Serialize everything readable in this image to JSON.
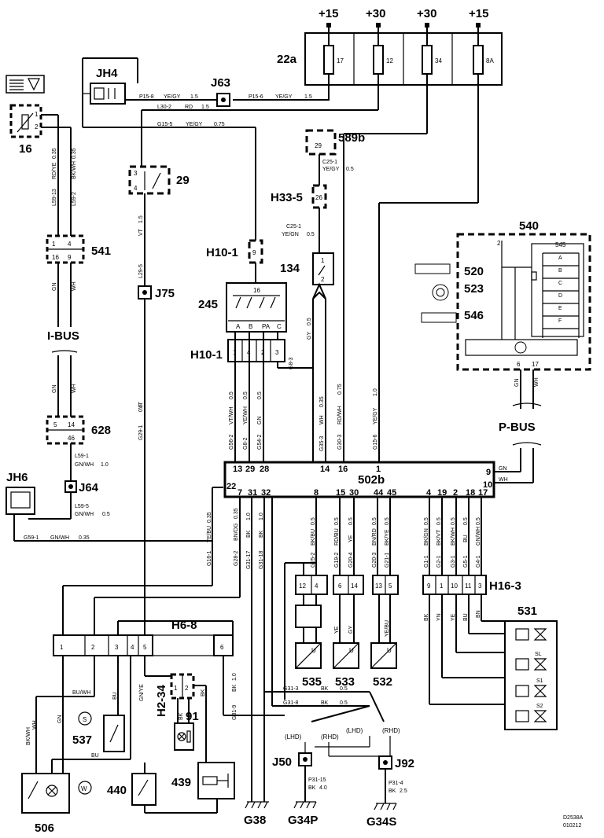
{
  "supplies": [
    "+15",
    "+30",
    "+30",
    "+15"
  ],
  "fuses": {
    "box_label": "22a",
    "labels": [
      "17",
      "12",
      "34",
      "8A"
    ]
  },
  "components": {
    "c16": "16",
    "c29": "29",
    "c134": "134",
    "c245": "245",
    "c245_inner": "16",
    "c245_pins": [
      "A",
      "B",
      "PA",
      "C"
    ],
    "c440": "440",
    "c439": "439",
    "c506": "506",
    "c537": "537",
    "c91": "91",
    "c531": "531",
    "c531_labels": [
      "SL",
      "S1",
      "S2"
    ],
    "c535": "535",
    "c533": "533",
    "c532": "532",
    "c540": "540",
    "c540_rows": [
      "520",
      "523",
      "546"
    ],
    "c540_inner": "545",
    "c540_pins": [
      "2",
      "6",
      "17"
    ],
    "c589b": "589b",
    "c589b_pin": "29",
    "c541": "541",
    "c541_pins": [
      "1",
      "4",
      "16",
      "9"
    ],
    "c628": "628",
    "c628_pins": [
      "5",
      "14",
      "46"
    ],
    "c502b": "502b",
    "c502b_top_pins": [
      "13",
      "29",
      "28",
      "14",
      "16",
      "1"
    ],
    "c502b_right_pins": [
      "9",
      "10"
    ],
    "c502b_left_pin": "22",
    "c502b_bottom_pins": [
      "7",
      "31",
      "32",
      "8",
      "15",
      "30",
      "44",
      "45",
      "4",
      "19",
      "2",
      "18",
      "17"
    ],
    "u_label": "U",
    "s_label": "S",
    "w_label": "W",
    "c16_pins": [
      "1",
      "2"
    ],
    "c29_pins": [
      "3",
      "4"
    ],
    "c134_pins": [
      "1",
      "2"
    ],
    "c540_pins_inner": [
      "A",
      "B",
      "C",
      "D",
      "E",
      "F"
    ]
  },
  "connectors": {
    "JH4": "JH4",
    "J63": "J63",
    "H33_5": "H33-5",
    "H33_5_pin": "26",
    "H10_1_top": "H10-1",
    "H10_1_top_pin": "9",
    "H10_1_bot": "H10-1",
    "H10_1_bot_pins": [
      "1",
      "4",
      "2",
      "3"
    ],
    "J75": "J75",
    "JH6": "JH6",
    "J64": "J64",
    "H6_8": "H6-8",
    "H6_8_pins": [
      "1",
      "2",
      "3",
      "4",
      "5",
      "6"
    ],
    "H2_34": "H2-34",
    "H2_34_pins": [
      "1",
      "2"
    ],
    "H16_3": "H16-3",
    "H16_3_pins": [
      "12",
      "4",
      "6",
      "14",
      "13",
      "5",
      "9",
      "1",
      "10",
      "11",
      "3"
    ],
    "J50": "J50",
    "J92": "J92",
    "G38": "G38",
    "G34P": "G34P",
    "G34S": "G34S",
    "LHD1": "(LHD)",
    "RHD1": "(RHD)",
    "LHD2": "(LHD)",
    "RHD2": "(RHD)",
    "IBUS": "I-BUS",
    "PBUS": "P-BUS"
  },
  "wires": {
    "p15_8": "P15-8",
    "p15_8_col": "YE/GY",
    "p15_8_size": "1.5",
    "p15_6": "P15-6",
    "p15_6_col": "YE/GY",
    "p15_6_size": "1.5",
    "l30_2": "L30-2",
    "l30_2_col": "RD",
    "l30_2_size": "1.5",
    "g15_5": "G15-5",
    "g15_5_col": "YE/GY",
    "g15_5_size": "0.75",
    "c25_1a": "C25-1",
    "c25_1a_col": "YE/GY",
    "c25_1a_size": "0.5",
    "c25_1b": "C25-1",
    "c25_1b_col": "YE/GN",
    "c25_1b_size": "0.5",
    "l59_13": "L59-13",
    "l59_13_col": "RD/YE",
    "l59_13_size": "0.35",
    "l59_2": "L59-2",
    "l59_2_col": "BK/WH",
    "l59_2_size": "0.35",
    "l29_5": "L29-5",
    "l29_5_col": "VT",
    "l29_5_size": "1.5",
    "gn1": "GN",
    "wh1": "WH",
    "gn2": "GN",
    "wh2": "WH",
    "l59_1": "L59-1",
    "l59_1_col": "GN/WH",
    "l59_1_size": "1.0",
    "l59_5": "L59-5",
    "l59_5_col": "GN/WH",
    "l59_5_size": "0.5",
    "g59_1": "G59-1",
    "g59_1_col": "GN/WH",
    "g59_1_size": "0.35",
    "g56_2": "G56-2",
    "g56_2_col": "VT/WH",
    "g56_2_size": "0.5",
    "g8_2": "G8-2",
    "g8_2_col": "YE/WH",
    "g8_2_size": "0.5",
    "g54_2": "G54-2",
    "g54_2_col": "GN",
    "g54_2_size": "0.5",
    "g8_3": "G8-3",
    "g8_3_col": "GY",
    "g8_3_size": "0.5",
    "g35_3": "G35-3",
    "g35_3_col": "WH",
    "g35_3_size": "0.35",
    "g30_3": "G30-3",
    "g30_3_col": "RD/WH",
    "g30_3_size": "0.75",
    "g15_6": "G15-6",
    "g15_6_col": "YE/GY",
    "g15_6_size": "1.0",
    "g29_1": "G29-1",
    "g29_1_col": "VT",
    "g29_1_size": "0.5",
    "g16_1": "G16-1",
    "g16_1_col": "YE/BU",
    "g16_1_size": "0.35",
    "g28_2": "G28-2",
    "g28_2_col": "BN/OG",
    "g28_2_size": "0.35",
    "g31_17": "G31-17",
    "g31_17_col": "BK",
    "g31_17_size": "1.0",
    "g31_18": "G31-18",
    "g31_18_col": "BK",
    "g31_18_size": "1.0",
    "g25_2": "G25-2",
    "g25_2_col": "BK/BU",
    "g25_2_size": "0.5",
    "g19_2": "G19-2",
    "g19_2_col": "RD/BU",
    "g19_2_size": "0.5",
    "g20_4": "G20-4",
    "g20_4_col": "YE",
    "g20_4_size": "0.5",
    "g20_3": "G20-3",
    "g20_3_col": "BN/RD",
    "g20_3_size": "0.5",
    "g21_1": "G21-1",
    "g21_1_col": "BK/YE",
    "g21_1_size": "0.5",
    "g1_1": "G1-1",
    "g1_1_col": "BK/GN",
    "g1_1_size": "0.5",
    "g2_1": "G2-1",
    "g2_1_col": "BK/VT",
    "g2_1_size": "0.5",
    "g3_1": "G3-1",
    "g3_1_col": "BK/WH",
    "g3_1_size": "0.5",
    "g5_1": "G5-1",
    "g5_1_col": "BU",
    "g5_1_size": "0.5",
    "g4_1": "G4-1",
    "g4_1_col": "GN/WH",
    "g4_1_size": "0.5",
    "g31_3": "G31-3",
    "g31_3_col": "BK",
    "g31_3_size": "0.5",
    "g31_8": "G31-8",
    "g31_8_col": "BK",
    "g31_8_size": "0.5",
    "p31_15": "P31-15",
    "p31_15_col": "BK",
    "p31_15_size": "4.0",
    "p31_4": "P31-4",
    "p31_4_col": "BK",
    "p31_4_size": "2.5",
    "bu_wh": "BU/WH",
    "bk_wh": "BK/WH",
    "wh3": "WH",
    "gn3": "GN",
    "bu1": "BU",
    "bu2": "BU",
    "gn_ye": "GN/YE",
    "bk1": "BK",
    "bk2": "BK",
    "wh4": "WH",
    "bk3": "BK",
    "bk4": "BK",
    "bk5": "BK",
    "bk_size1": "1.0",
    "bk_size2": "1.0",
    "g31_9": "G31-9",
    "ye1": "YE",
    "gy1": "GY",
    "ye_bu": "YE/BU",
    "bk6": "BK",
    "yn": "YN",
    "ye2": "YE",
    "bu3": "BU",
    "bn": "BN",
    "gn4": "GN",
    "wh5": "WH",
    "gn5": "GN",
    "wh6": "WH"
  },
  "footer": {
    "code": "D2538A",
    "date": "010212"
  }
}
